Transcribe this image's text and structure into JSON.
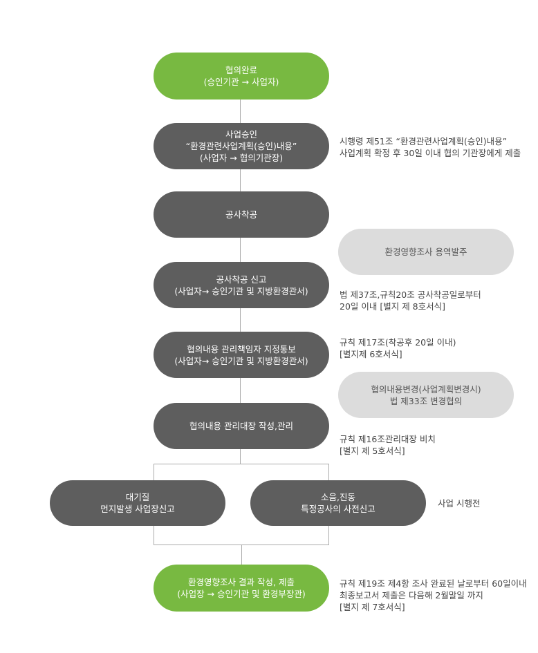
{
  "nodes": {
    "complete": [
      "협의완료",
      "(승인기관 → 사업자)"
    ],
    "approval": [
      "사업승인",
      "“환경관련사업계획(승인)내용”",
      "(사업자 → 협의기관장)"
    ],
    "start": [
      "공사착공"
    ],
    "survey": [
      "환경영향조사 용역발주"
    ],
    "report": [
      "공사착공 신고",
      "(사업자→ 승인기관 및 지방환경관서)"
    ],
    "manager": [
      "협의내용 관리책임자 지정통보",
      "(사업자→ 승인기관 및 지방환경관서)"
    ],
    "change": [
      "협의내용변경(사업계획변경시)",
      "법 제33조 변경협의"
    ],
    "ledger": [
      "협의내용 관리대장 작성,관리"
    ],
    "dust": [
      "대기질",
      "먼지발생 사업장신고"
    ],
    "noise": [
      "소음,진동",
      "특정공사의 사전신고"
    ],
    "result": [
      "환경영향조사 결과 작성, 제출",
      "(사업장 → 승인기관 및 환경부장관)"
    ]
  },
  "notes": {
    "approval": [
      "시행령 제51조 “환경관련사업계획(승인)내용”",
      "사업계획 확정 후 30일 이내 협의 기관장에게 제출"
    ],
    "report": [
      "법 제37조,규칙20조 공사착공일로부터",
      "20일 이내 [별지 제 8호서식]"
    ],
    "manager": [
      "규칙 제17조(착공후 20일 이내)",
      "[별지제 6호서식]"
    ],
    "ledger": [
      "규칙 제16조관리대장 비치",
      "[별지 제 5호서식]"
    ],
    "before": [
      "사업 시행전"
    ],
    "result": [
      "규칙 제19조 제4항 조사 완료된 날로부터 60일이내",
      "최종보고서 제출은 다음해 2월말일 까지",
      "[별지 제 7호서식]"
    ]
  },
  "colors": {
    "green": "#78b941",
    "dark": "#5e5e5e",
    "light": "#dcdcdc",
    "line": "#aaaaaa"
  }
}
